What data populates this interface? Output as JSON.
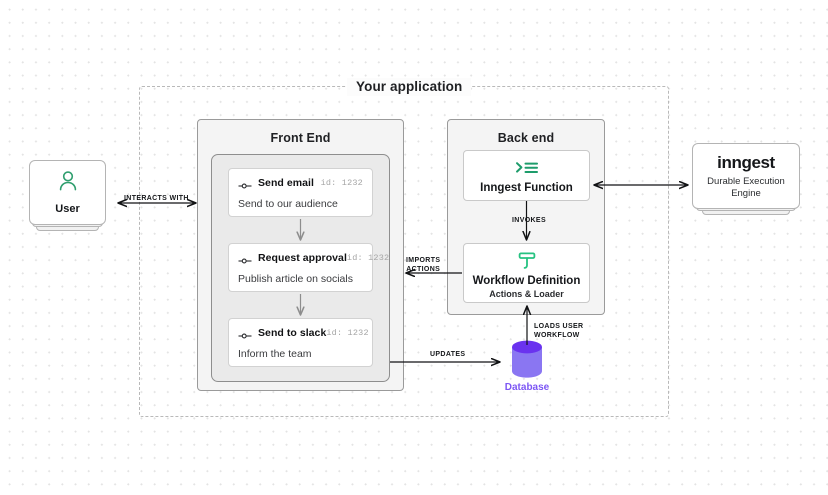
{
  "app": {
    "boundary_title": "Your application",
    "background": "#ffffff",
    "dot_color": "#e3e3e3"
  },
  "actors": {
    "user": {
      "label": "User",
      "icon": "user-icon",
      "icon_color": "#2f9e6e"
    },
    "inngest": {
      "wordmark": "inngest",
      "subtitle_line1": "Durable Execution",
      "subtitle_line2": "Engine"
    },
    "database": {
      "label": "Database",
      "label_color": "#7c56f4",
      "body_color": "#8a76f2",
      "top_color": "#6a32ef"
    }
  },
  "frontend": {
    "title": "Front End",
    "steps": [
      {
        "title": "Send email",
        "id": "id: 1232",
        "desc": "Send to our audience",
        "icon": "node-icon"
      },
      {
        "title": "Request approval",
        "id": "id: 1232",
        "desc": "Publish article on socials",
        "icon": "node-icon"
      },
      {
        "title": "Send to slack",
        "id": "id: 1232",
        "desc": "Inform the team",
        "icon": "node-icon"
      }
    ]
  },
  "backend": {
    "title": "Back end",
    "cards": [
      {
        "label": "Inngest Function",
        "sublabel": "",
        "icon": "terminal-prompt-icon",
        "icon_color": "#1d9c6b"
      },
      {
        "label": "Workflow Definition",
        "sublabel": "Actions & Loader",
        "icon": "workflow-tool-icon",
        "icon_color": "#26c281"
      }
    ]
  },
  "connectors": {
    "interacts_with": "INTERACTS WITH",
    "imports_actions_line1": "IMPORTS",
    "imports_actions_line2": "ACTIONS",
    "invokes": "INVOKES",
    "loads_user_workflow_line1": "LOADS USER",
    "loads_user_workflow_line2": "WORKFLOW",
    "updates": "UPDATES"
  }
}
